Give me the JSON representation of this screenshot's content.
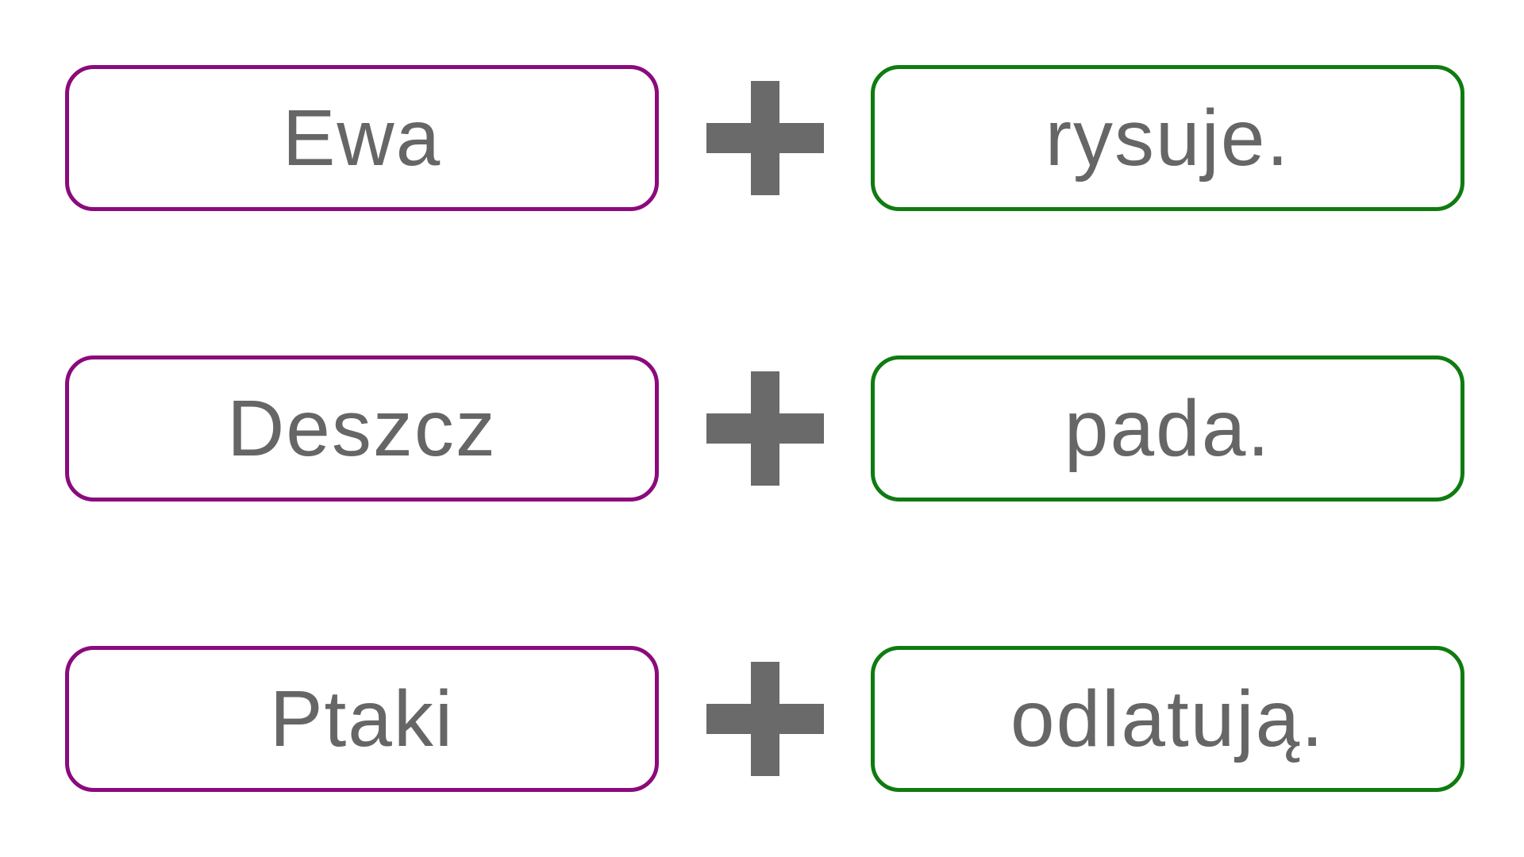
{
  "colors": {
    "subject_border": "#8b0a7c",
    "predicate_border": "#0f7b10",
    "text": "#666666",
    "plus": "#6a6a6a"
  },
  "rows": [
    {
      "subject": "Ewa",
      "operator_icon": "plus-icon",
      "predicate": "rysuje."
    },
    {
      "subject": "Deszcz",
      "operator_icon": "plus-icon",
      "predicate": "pada."
    },
    {
      "subject": "Ptaki",
      "operator_icon": "plus-icon",
      "predicate": "odlatują."
    }
  ]
}
